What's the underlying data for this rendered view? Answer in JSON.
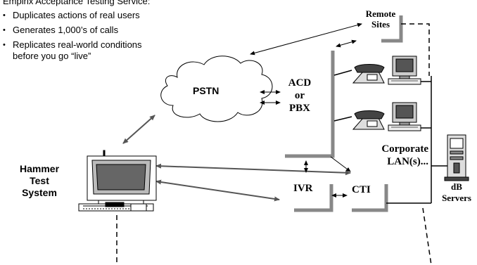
{
  "header": {
    "title": "Empirix Acceptance Testing Service:",
    "bullets": [
      "Duplicates actions of real users",
      "Generates 1,000’s of calls",
      "Replicates real-world conditions",
      "before you go “live”"
    ]
  },
  "nodes": {
    "pstn": "PSTN",
    "acd_line1": "ACD",
    "acd_line2": "or",
    "acd_line3": "PBX",
    "remote_line1": "Remote",
    "remote_line2": "Sites",
    "corporate_line1": "Corporate",
    "corporate_line2": "LAN(s)...",
    "ivr": "IVR",
    "cti": "CTI",
    "db_line1": "dB",
    "db_line2": "Servers",
    "hammer_line1": "Hammer",
    "hammer_line2": "Test",
    "hammer_line3": "System"
  }
}
